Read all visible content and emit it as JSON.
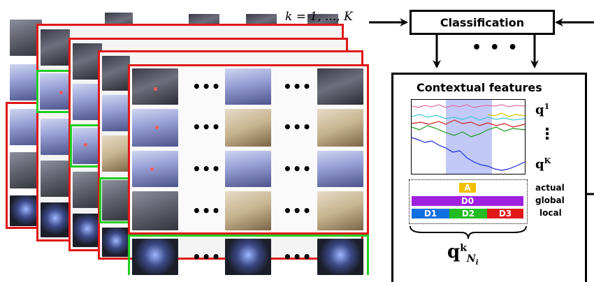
{
  "k_range_label": "k = 1, ..., K",
  "classification_label": "Classification",
  "middle_dots": "• • •",
  "contextual_title": "Contextual features",
  "q_top": "q",
  "q_top_sup": "1",
  "q_bottom": "q",
  "q_bottom_sup": "K",
  "vertical_dots": "⋮",
  "ellipsis": "•••",
  "bars": {
    "actual": "A",
    "global": "D0",
    "local": [
      "D1",
      "D2",
      "D3"
    ]
  },
  "row_labels": [
    "actual",
    "global",
    "local"
  ],
  "q_neighborhood": "q",
  "q_neighborhood_sup": "k",
  "q_neighborhood_sub": "N",
  "q_neighborhood_subsub": "i",
  "colors": {
    "frame_red": "#e01818",
    "frame_green": "#22cc22",
    "bar_actual": "#f0c000",
    "bar_global": "#a020e0",
    "bar_d1": "#0f6fe0",
    "bar_d2": "#22bb22",
    "bar_d3": "#e01818",
    "highlight": "#8f9cf0"
  },
  "feature_lines": [
    {
      "name": "pink",
      "color": "#e070a0"
    },
    {
      "name": "yellow",
      "color": "#d4c400"
    },
    {
      "name": "cyan",
      "color": "#40c8d8"
    },
    {
      "name": "green",
      "color": "#1a9a1a"
    },
    {
      "name": "red",
      "color": "#d02020"
    },
    {
      "name": "blue",
      "color": "#1a2ad8"
    }
  ]
}
